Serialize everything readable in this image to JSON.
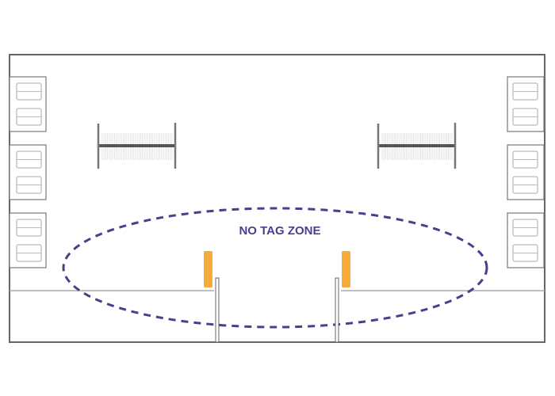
{
  "diagram": {
    "zone_label": "NO TAG ZONE",
    "colors": {
      "zone": "#4a3f8c",
      "antenna": "#f7ab3a",
      "wall": "#666666",
      "fixture": "#999999"
    },
    "shelf_units_per_side": 3,
    "racks": 2,
    "antennas": 2
  }
}
